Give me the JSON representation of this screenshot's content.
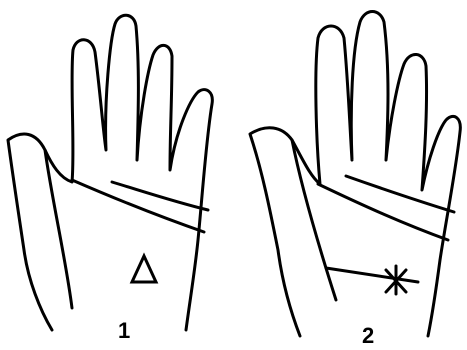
{
  "figures": [
    {
      "label": "1",
      "mark": "triangle-mark"
    },
    {
      "label": "2",
      "mark": "star-mark"
    }
  ]
}
